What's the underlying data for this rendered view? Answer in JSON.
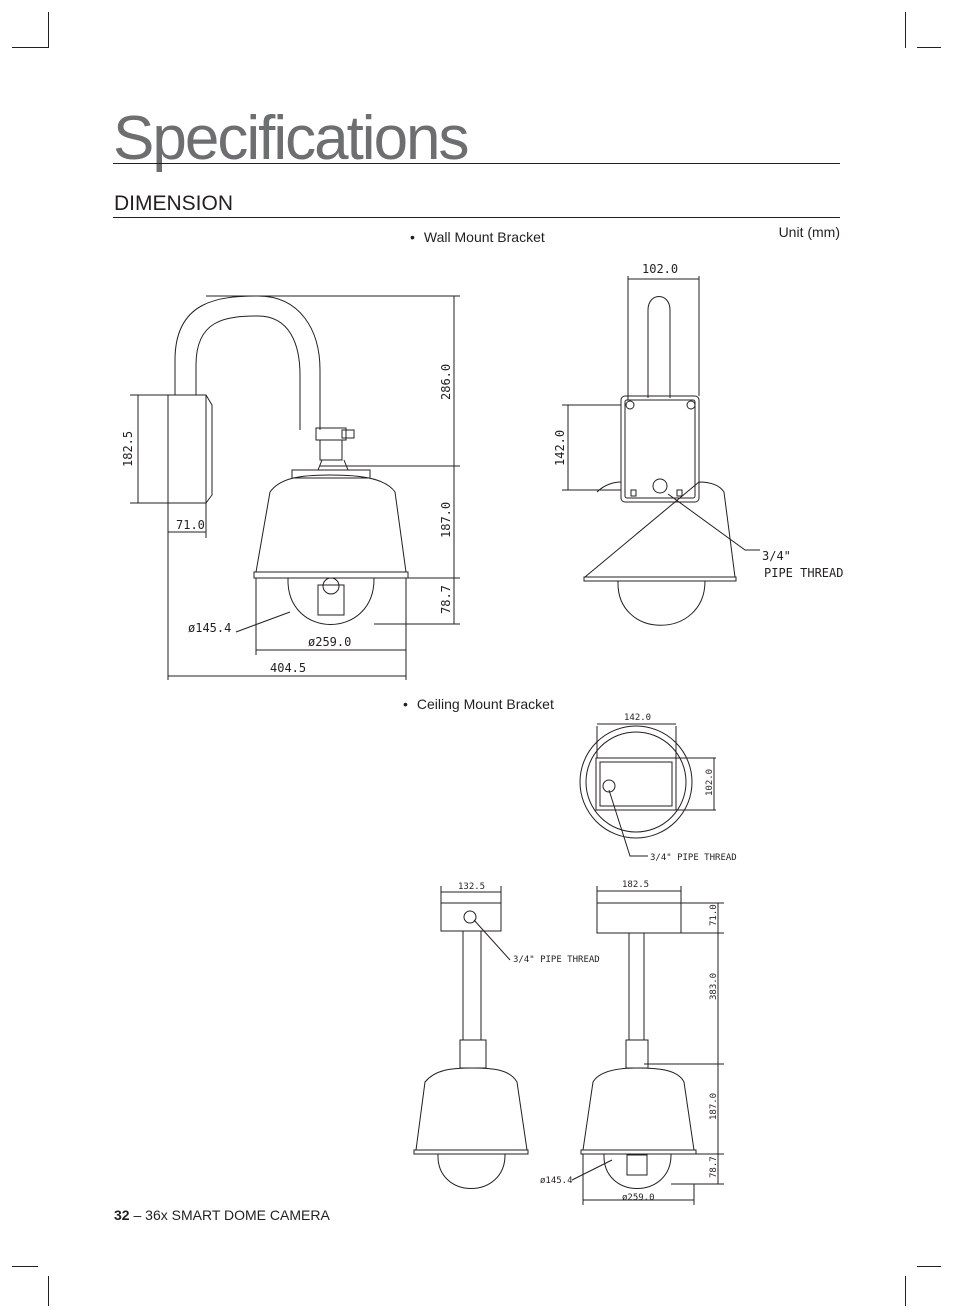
{
  "page": {
    "title": "Specifications",
    "section_heading": "DIMENSION",
    "unit_label": "Unit (mm)",
    "footer": {
      "page_number": "32",
      "separator": " – ",
      "product": "36x SMART DOME CAMERA"
    }
  },
  "wall_mount": {
    "label": "Wall Mount Bracket",
    "side_view": {
      "dims": {
        "total_height_top": "286.0",
        "body_height": "187.0",
        "dome_height": "78.7",
        "bracket_height": "182.5",
        "bracket_depth": "71.0",
        "dome_dia": "ø145.4",
        "body_dia": "ø259.0",
        "total_width": "404.5"
      }
    },
    "rear_view": {
      "dims": {
        "plate_width": "102.0",
        "plate_height": "142.0"
      },
      "callout": [
        "3/4\"",
        "PIPE THREAD"
      ]
    }
  },
  "ceiling_mount": {
    "label": "Ceiling Mount Bracket",
    "top_view": {
      "dims": {
        "plate_width": "142.0",
        "plate_height": "102.0"
      },
      "callout": "3/4\" PIPE THREAD"
    },
    "front_view": {
      "dims": {
        "flange_width": "132.5"
      },
      "callout": "3/4\" PIPE THREAD"
    },
    "side_view": {
      "dims": {
        "flange_width": "182.5",
        "flange_height": "71.0",
        "pipe_height": "383.0",
        "body_height": "187.0",
        "dome_height": "78.7",
        "dome_dia": "ø145.4",
        "body_dia": "ø259.0"
      }
    }
  }
}
